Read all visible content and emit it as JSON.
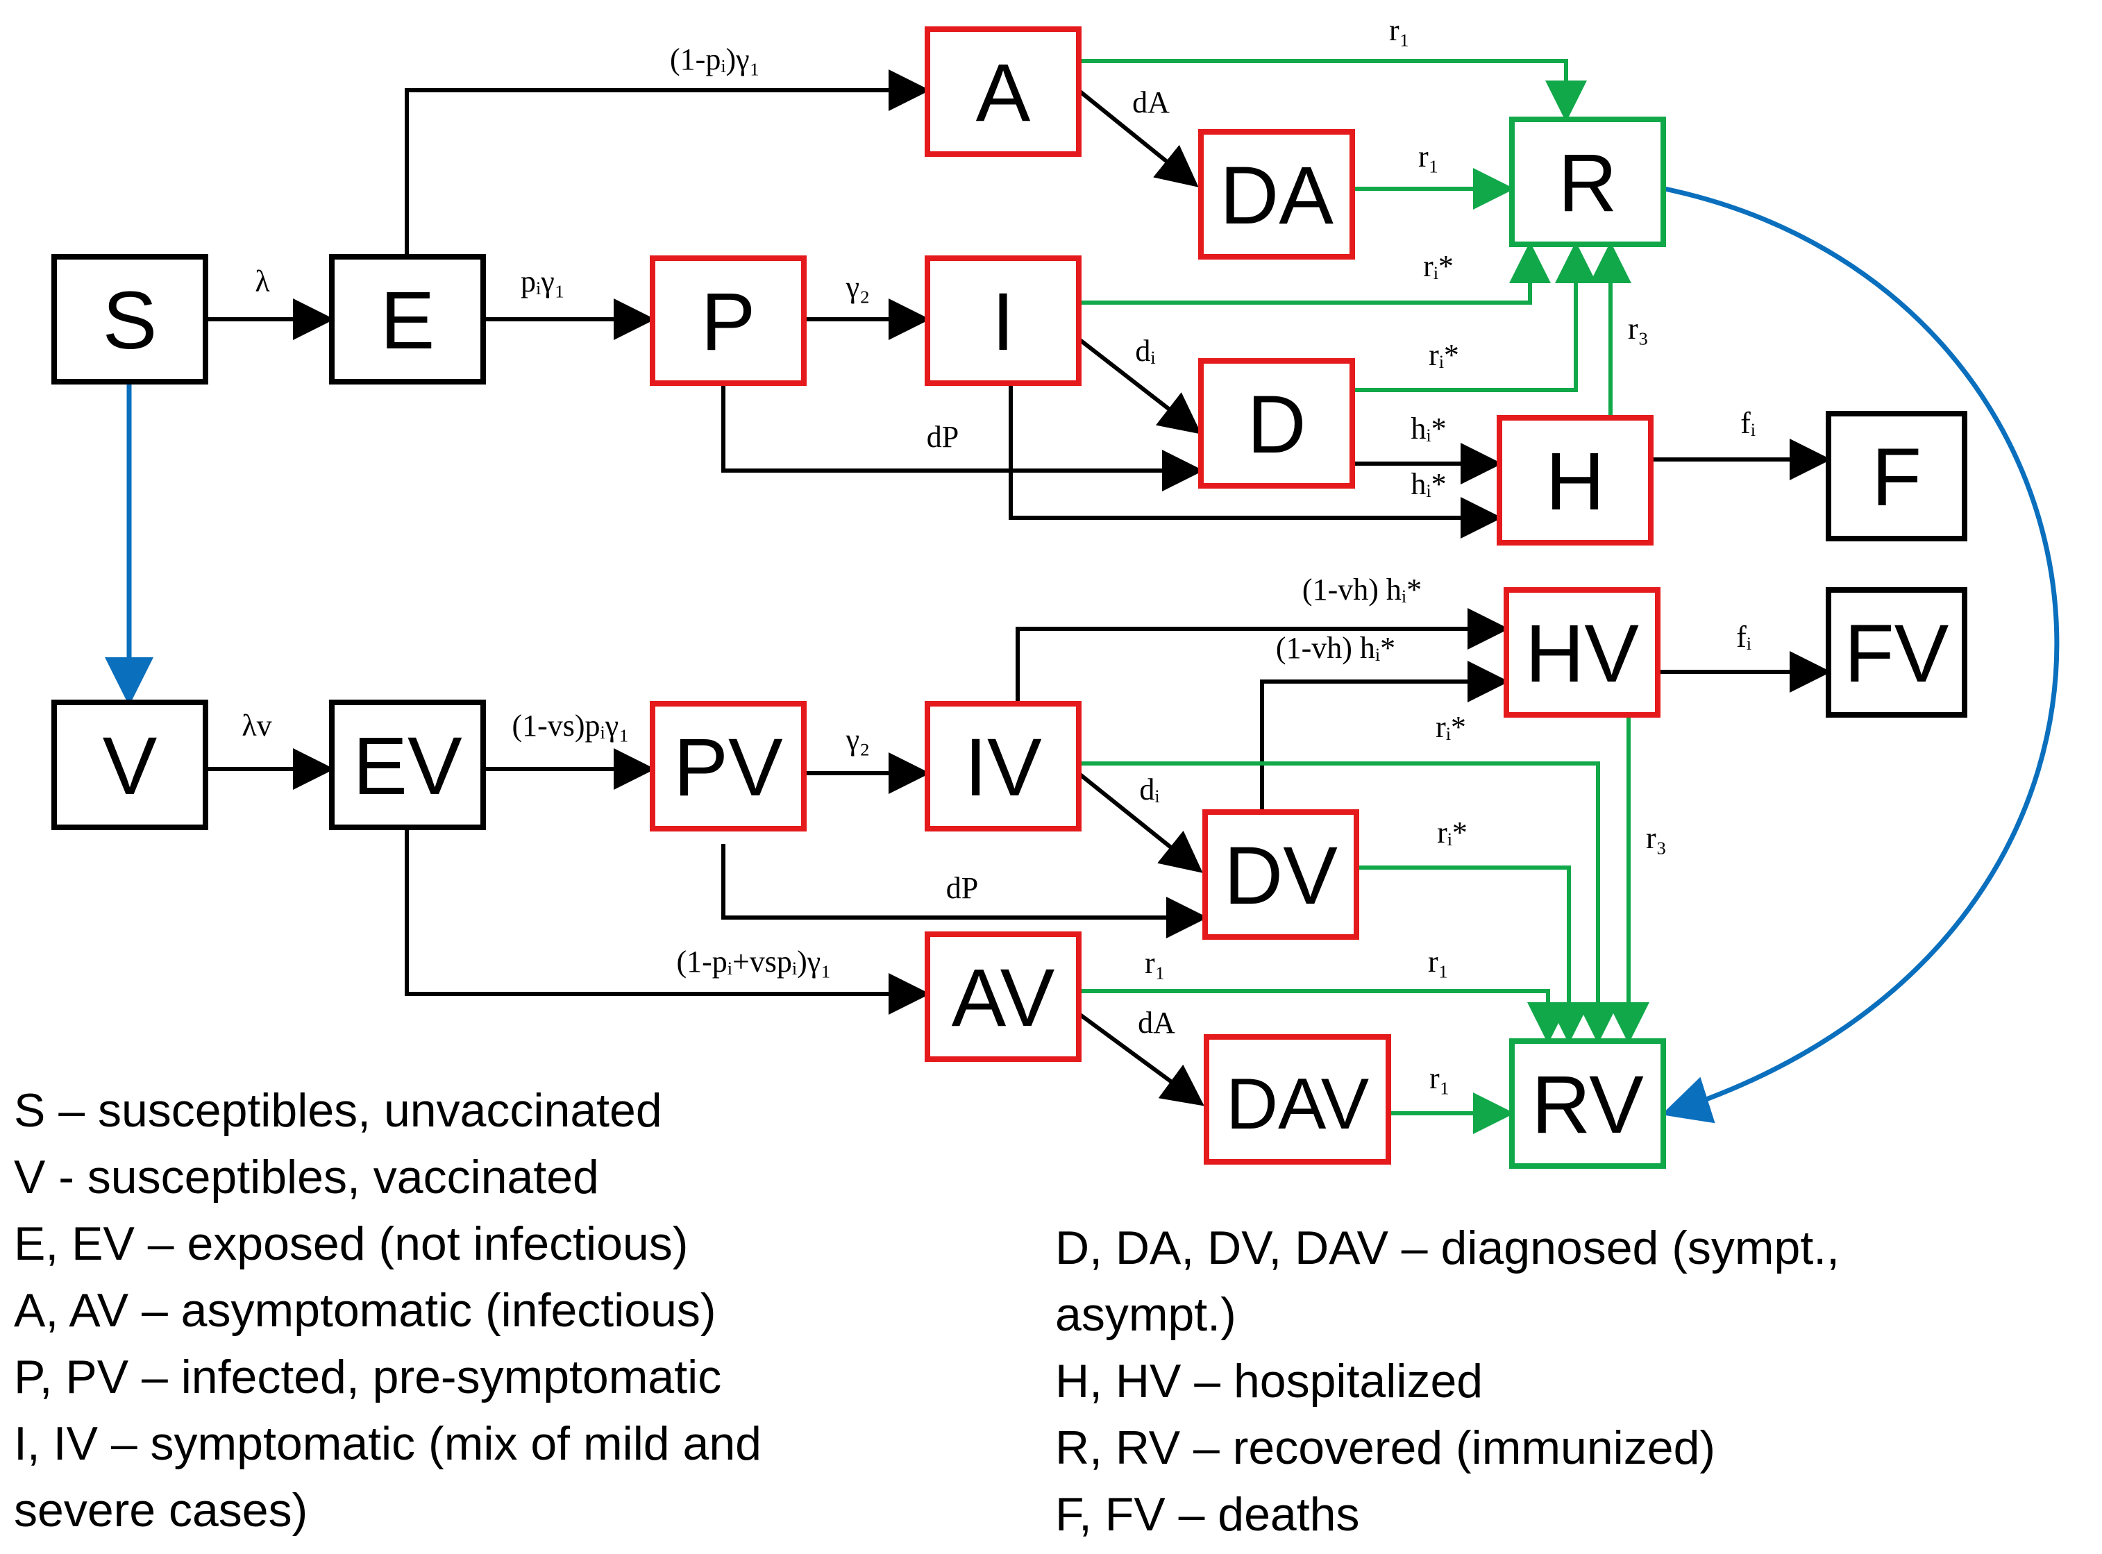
{
  "colors": {
    "default": "#000000",
    "infectious": "#e41a1c",
    "recovered": "#11a84a",
    "flow": "#0a6fbd",
    "border_black": "#000000",
    "arrow_black": "#000000"
  },
  "nodes": [
    {
      "id": "S",
      "label": "S",
      "category": "default"
    },
    {
      "id": "E",
      "label": "E",
      "category": "default"
    },
    {
      "id": "P",
      "label": "P",
      "category": "infectious"
    },
    {
      "id": "A",
      "label": "A",
      "category": "infectious"
    },
    {
      "id": "I",
      "label": "I",
      "category": "infectious"
    },
    {
      "id": "DA",
      "label": "DA",
      "category": "infectious"
    },
    {
      "id": "D",
      "label": "D",
      "category": "infectious"
    },
    {
      "id": "R",
      "label": "R",
      "category": "recovered"
    },
    {
      "id": "H",
      "label": "H",
      "category": "infectious"
    },
    {
      "id": "F",
      "label": "F",
      "category": "default"
    },
    {
      "id": "V",
      "label": "V",
      "category": "default"
    },
    {
      "id": "EV",
      "label": "EV",
      "category": "default"
    },
    {
      "id": "PV",
      "label": "PV",
      "category": "infectious"
    },
    {
      "id": "IV",
      "label": "IV",
      "category": "infectious"
    },
    {
      "id": "HV",
      "label": "HV",
      "category": "infectious"
    },
    {
      "id": "FV",
      "label": "FV",
      "category": "default"
    },
    {
      "id": "DV",
      "label": "DV",
      "category": "infectious"
    },
    {
      "id": "AV",
      "label": "AV",
      "category": "infectious"
    },
    {
      "id": "DAV",
      "label": "DAV",
      "category": "infectious"
    },
    {
      "id": "RV",
      "label": "RV",
      "category": "recovered"
    }
  ],
  "edges": [
    {
      "id": "S-E",
      "from": "S",
      "to": "E",
      "category": "default",
      "label": "λ"
    },
    {
      "id": "E-A",
      "from": "E",
      "to": "A",
      "category": "default",
      "label": "(1-pᵢ)γ₁"
    },
    {
      "id": "E-P",
      "from": "E",
      "to": "P",
      "category": "default",
      "label": "pᵢγ₁"
    },
    {
      "id": "P-I",
      "from": "P",
      "to": "I",
      "category": "default",
      "label": "γ₂"
    },
    {
      "id": "A-DA",
      "from": "A",
      "to": "DA",
      "category": "default",
      "label": "dA"
    },
    {
      "id": "A-R",
      "from": "A",
      "to": "R",
      "category": "recovered",
      "label": "r₁"
    },
    {
      "id": "DA-R",
      "from": "DA",
      "to": "R",
      "category": "recovered",
      "label": "r₁"
    },
    {
      "id": "I-R",
      "from": "I",
      "to": "R",
      "category": "recovered",
      "label": "rᵢ*"
    },
    {
      "id": "I-D",
      "from": "I",
      "to": "D",
      "category": "default",
      "label": "dᵢ"
    },
    {
      "id": "D-R",
      "from": "D",
      "to": "R",
      "category": "recovered",
      "label": "rᵢ*"
    },
    {
      "id": "P-D",
      "from": "P",
      "to": "D",
      "category": "default",
      "label": "dP"
    },
    {
      "id": "D-H",
      "from": "D",
      "to": "H",
      "category": "default",
      "label": "hᵢ*"
    },
    {
      "id": "I-H",
      "from": "I",
      "to": "H",
      "category": "default",
      "label": "hᵢ*"
    },
    {
      "id": "H-R",
      "from": "H",
      "to": "R",
      "category": "recovered",
      "label": "r₃"
    },
    {
      "id": "H-F",
      "from": "H",
      "to": "F",
      "category": "default",
      "label": "fᵢ"
    },
    {
      "id": "R-RV",
      "from": "R",
      "to": "RV",
      "category": "flow",
      "label": ""
    },
    {
      "id": "S-V",
      "from": "S",
      "to": "V",
      "category": "flow",
      "label": ""
    },
    {
      "id": "V-EV",
      "from": "V",
      "to": "EV",
      "category": "default",
      "label": "λv"
    },
    {
      "id": "EV-PV",
      "from": "EV",
      "to": "PV",
      "category": "default",
      "label": "(1-vs)pᵢγ₁"
    },
    {
      "id": "PV-IV",
      "from": "PV",
      "to": "IV",
      "category": "default",
      "label": "γ₂"
    },
    {
      "id": "IV-HV",
      "from": "IV",
      "to": "HV",
      "category": "default",
      "label": "(1-vh) hᵢ*"
    },
    {
      "id": "DV-HV",
      "from": "DV",
      "to": "HV",
      "category": "default",
      "label": "(1-vh) hᵢ*"
    },
    {
      "id": "HV-FV",
      "from": "HV",
      "to": "FV",
      "category": "default",
      "label": "fᵢ"
    },
    {
      "id": "IV-DV",
      "from": "IV",
      "to": "DV",
      "category": "default",
      "label": "dᵢ"
    },
    {
      "id": "IV-RV",
      "from": "IV",
      "to": "RV",
      "category": "recovered",
      "label": "rᵢ*"
    },
    {
      "id": "DV-RV",
      "from": "DV",
      "to": "RV",
      "category": "recovered",
      "label": "rᵢ*"
    },
    {
      "id": "HV-RV",
      "from": "HV",
      "to": "RV",
      "category": "recovered",
      "label": "r₃"
    },
    {
      "id": "PV-DV",
      "from": "PV",
      "to": "DV",
      "category": "default",
      "label": "dP"
    },
    {
      "id": "EV-AV",
      "from": "EV",
      "to": "AV",
      "category": "default",
      "label": "(1-pᵢ+vspᵢ)γ₁"
    },
    {
      "id": "AV-RV",
      "from": "AV",
      "to": "RV",
      "category": "recovered",
      "label": "r₁"
    },
    {
      "id": "AV-DAV",
      "from": "AV",
      "to": "DAV",
      "category": "default",
      "label": "dA"
    },
    {
      "id": "DAV-RV",
      "from": "DAV",
      "to": "RV",
      "category": "recovered",
      "label": "r₁"
    }
  ],
  "extra_labels": [
    {
      "id": "AV-RV-near",
      "text": "r₁"
    }
  ],
  "legend": {
    "left": [
      "S – susceptibles, unvaccinated",
      "V - susceptibles, vaccinated",
      "E, EV – exposed (not infectious)",
      "A, AV – asymptomatic (infectious)",
      "P, PV – infected, pre-symptomatic",
      "I, IV – symptomatic (mix of mild and\nsevere cases)"
    ],
    "right": [
      "D, DA, DV, DAV – diagnosed (sympt.,\nasympt.)",
      "H, HV – hospitalized",
      "R, RV – recovered (immunized)",
      "F, FV – deaths"
    ]
  }
}
